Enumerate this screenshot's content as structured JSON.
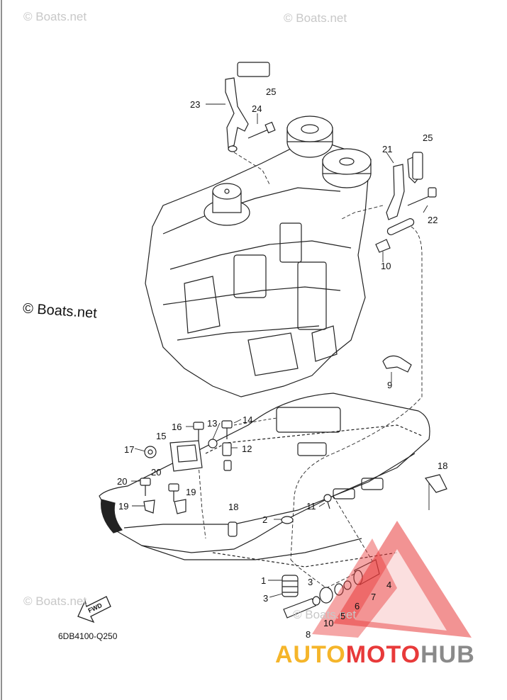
{
  "watermarks": {
    "top_left": "© Boats.net",
    "top_right": "© Boats.net",
    "mid_left": "© Boats.net",
    "bottom_left": "© Boats.net",
    "bottom_mid": "© Boats.net"
  },
  "diagram_code": "6DB4100-Q250",
  "fwd_label": "FWD",
  "brand": {
    "part1": "AUTO",
    "part2": "MOTO",
    "part3": "HUB"
  },
  "callouts": {
    "c25a": "25",
    "c23": "23",
    "c24": "24",
    "c25b": "25",
    "c21": "21",
    "c22": "22",
    "c10a": "10",
    "c9": "9",
    "c16": "16",
    "c13": "13",
    "c14": "14",
    "c15": "15",
    "c17": "17",
    "c12": "12",
    "c18a": "18",
    "c20a": "20",
    "c20b": "20",
    "c19a": "19",
    "c19b": "19",
    "c18b": "18",
    "c11": "11",
    "c2": "2",
    "c1": "1",
    "c3a": "3",
    "c3b": "3",
    "c4": "4",
    "c7": "7",
    "c6": "6",
    "c5": "5",
    "c10b": "10",
    "c8": "8"
  },
  "colors": {
    "logo_red": "#e83a3a",
    "logo_yellow": "#f5b52a",
    "logo_grey": "#8a8a8a"
  }
}
